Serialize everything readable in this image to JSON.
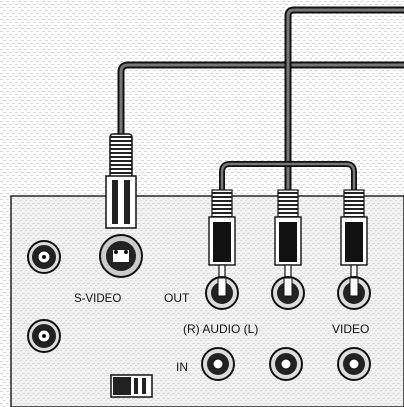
{
  "labels": {
    "s_video": "S-VIDEO",
    "out": "OUT",
    "audio": "(R) AUDIO (L)",
    "video": "VIDEO",
    "in": "IN"
  },
  "colors": {
    "cable": "#3a3a3a",
    "cable_edge": "#111111",
    "stipple": "#8a8a8a",
    "panel_bg": "#f4f4f4",
    "jack_dark": "#2b2b2b",
    "jack_ring": "#888888"
  },
  "icons": [
    "s-video-plug-icon",
    "rca-plug-icon",
    "rca-jack-icon",
    "s-video-jack-icon",
    "switch-icon"
  ]
}
